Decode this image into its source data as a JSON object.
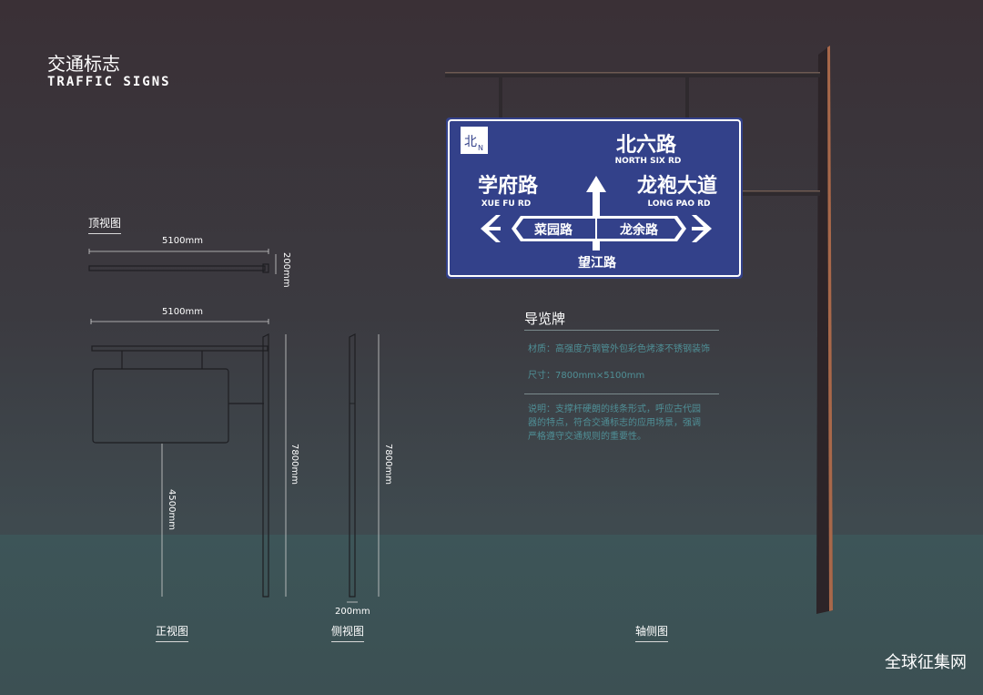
{
  "header": {
    "title_cn": "交通标志",
    "title_en": "TRAFFIC SIGNS"
  },
  "views": {
    "top_label": "顶视图",
    "front_label": "正视图",
    "side_label": "侧视图",
    "axon_label": "轴侧图"
  },
  "dimensions": {
    "top_width": "5100mm",
    "top_depth": "200mm",
    "front_width": "5100mm",
    "front_sign_height": "4500mm",
    "front_total_height": "7800mm",
    "side_total_height": "7800mm",
    "side_depth": "200mm"
  },
  "sign": {
    "north_cn": "北",
    "north_en": "N",
    "top_road_cn": "北六路",
    "top_road_en": "NORTH SIX RD",
    "left_road_cn": "学府路",
    "left_road_en": "XUE FU RD",
    "right_road_cn": "龙袍大道",
    "right_road_en": "LONG PAO RD",
    "center_left_cn": "菜园路",
    "center_right_cn": "龙余路",
    "bottom_road_cn": "望江路",
    "colors": {
      "panel": "#33418a",
      "border": "#ffffff"
    }
  },
  "info": {
    "title": "导览牌",
    "material": "材质：高强度方钢管外包彩色烤漆不锈钢装饰",
    "size": "尺寸：7800mm×5100mm",
    "desc_line1": "说明：支撑杆硬朗的线条形式，呼应古代园",
    "desc_line2": "器的特点，符合交通标志的应用场景，强调",
    "desc_line3": "严格遵守交通规则的重要性。"
  },
  "watermark": "全球征集网"
}
